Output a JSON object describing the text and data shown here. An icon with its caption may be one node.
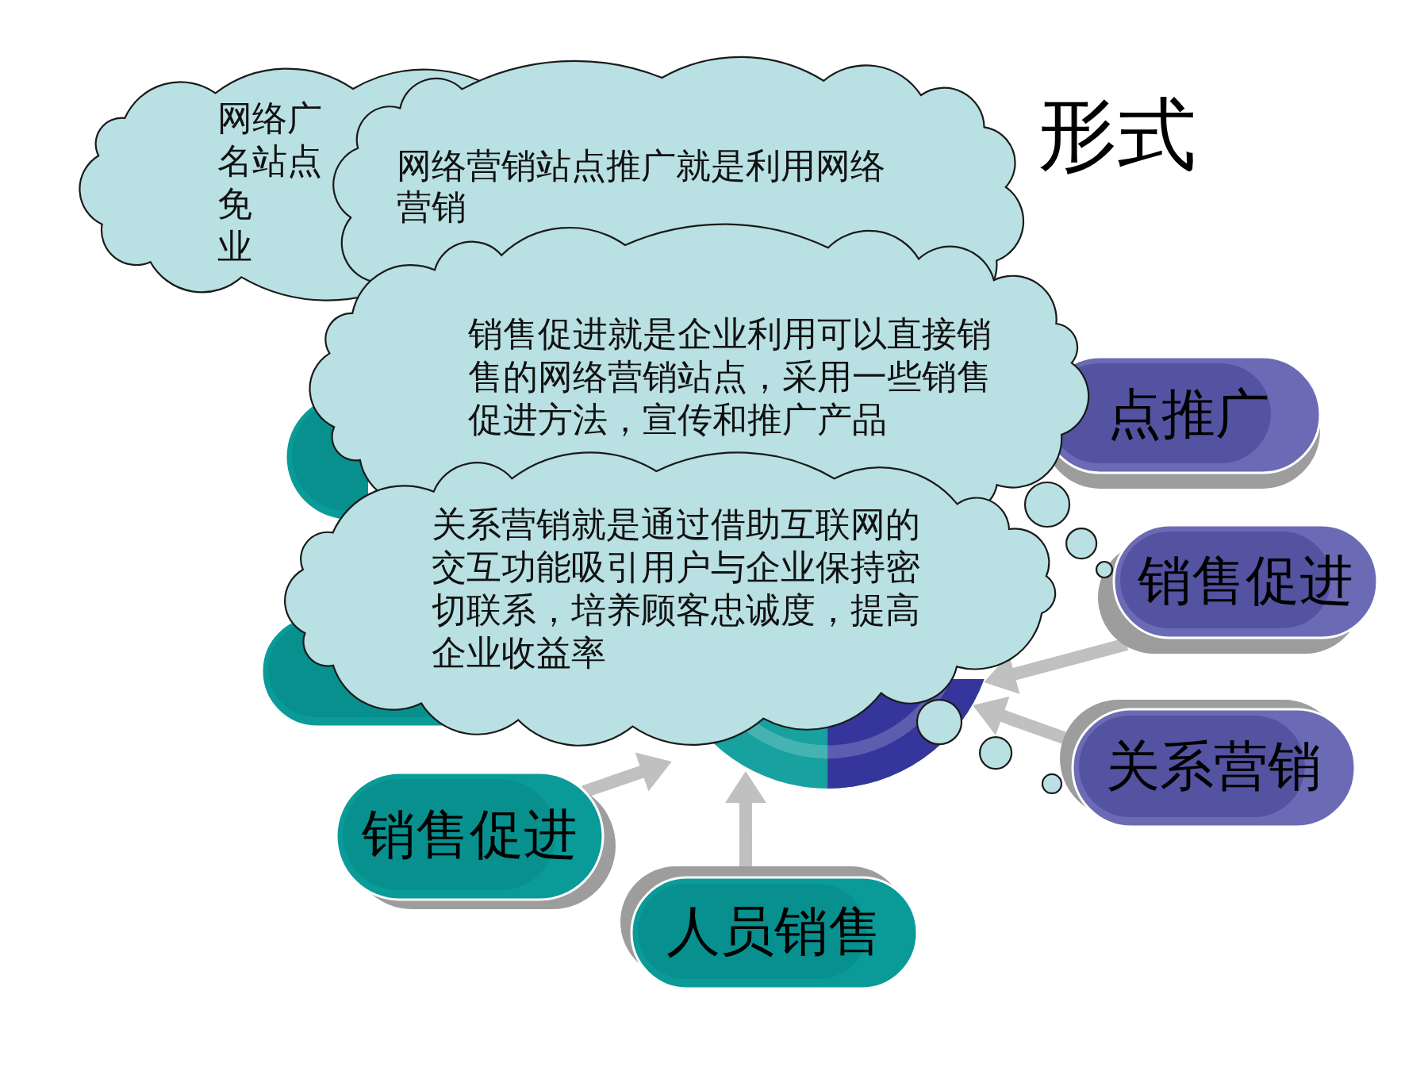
{
  "diagram": {
    "title": "形式",
    "nodes": [
      {
        "text": [
          "网络广",
          "名站点",
          "免",
          "业"
        ]
      },
      {
        "text": [
          "网络营销站点推广就是利用网络营销"
        ]
      },
      {
        "text": [
          "销售促进就是企业利用可以直接销售的网络营销站点，采用一些销售促进方法，宣传和推广产品"
        ]
      },
      {
        "text": [
          "关系营销就是通过借助互联网的交互功能吸引用户与企业保持密切联系，培养顾客忠诚度，提高企业收益率"
        ]
      },
      {
        "text": [],
        "shape": "box"
      },
      {
        "text": [
          "点推广"
        ]
      },
      {
        "text": [],
        "shape": "circle"
      },
      {
        "text": [
          "销售促进"
        ]
      },
      {
        "text": [],
        "shape": "box"
      },
      {
        "text": [
          "关系营销"
        ]
      },
      {
        "text": [
          "销售促进"
        ]
      },
      {
        "text": [
          "人员销售"
        ]
      }
    ],
    "edges": [
      {
        "from": 10,
        "to": 6,
        "arrow": "to"
      },
      {
        "from": 11,
        "to": 6,
        "arrow": "to"
      },
      {
        "from": 9,
        "to": 6,
        "arrow": "to"
      },
      {
        "from": 7,
        "to": 6,
        "arrow": "to"
      },
      {
        "from": 3,
        "to": 9,
        "arrow": "none",
        "color": "#1a1a1a"
      },
      {
        "from": 2,
        "to": 7,
        "arrow": "none",
        "color": "#1a1a1a"
      }
    ]
  }
}
